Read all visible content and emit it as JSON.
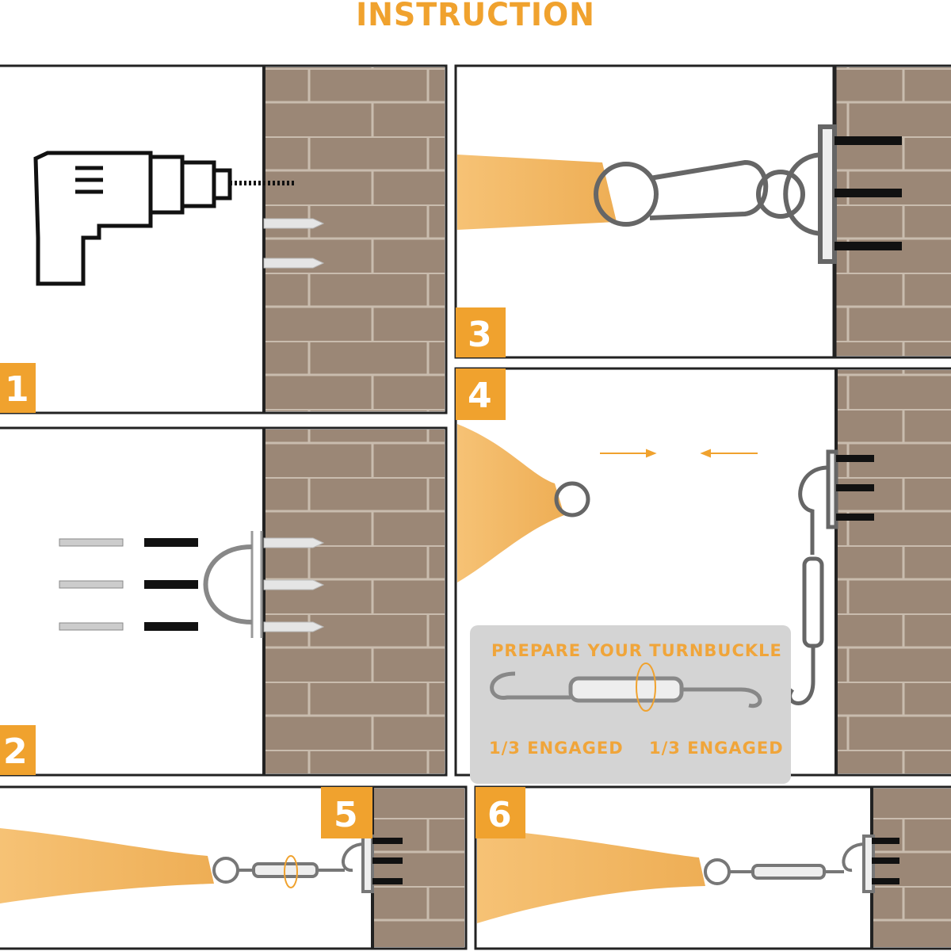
{
  "title": "INSTRUCTION",
  "steps": [
    {
      "number": "1"
    },
    {
      "number": "2"
    },
    {
      "number": "3"
    },
    {
      "number": "4"
    },
    {
      "number": "5"
    },
    {
      "number": "6"
    }
  ],
  "turnbuckle_box": {
    "heading": "PREPARE YOUR TURNBUCKLE",
    "left_label": "1/3 ENGAGED",
    "right_label": "1/3 ENGAGED"
  },
  "colors": {
    "accent": "#f0a22e",
    "brick": "#9b8776",
    "sail": "#f3b65c"
  }
}
